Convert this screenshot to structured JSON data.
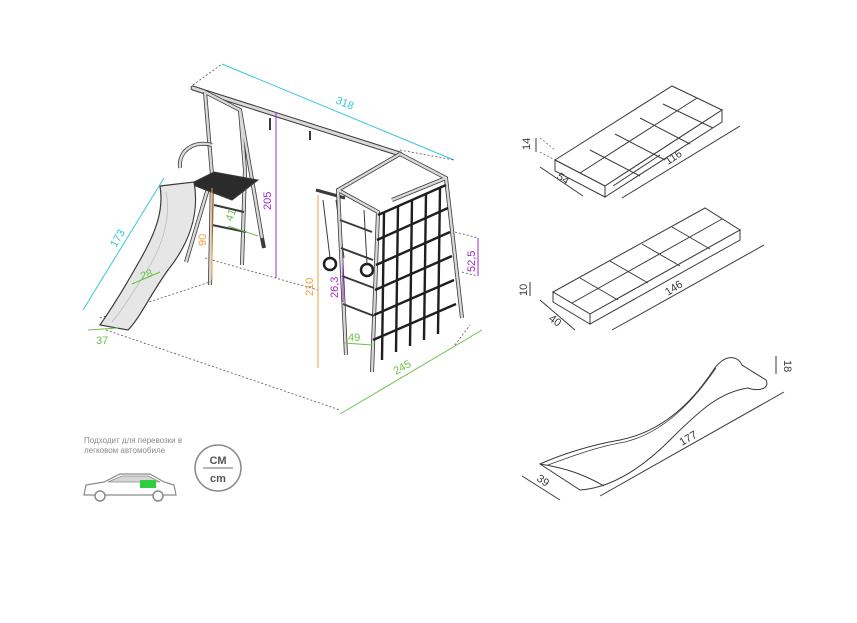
{
  "colors": {
    "cyan": "#35c8d8",
    "purple": "#9b2fc9",
    "orange": "#f0a040",
    "green": "#6cc24a",
    "outline": "#3a3a3a",
    "frame": "#bdbdbd",
    "net": "#1f1f1f",
    "slide": "#e6e6e6"
  },
  "dimensions": {
    "width_top": "318",
    "slide_length": "173",
    "slide_width": "28",
    "slide_foot": "37",
    "platform_height": "90",
    "ladder_depth": "41",
    "frame_height": "205",
    "net_height": "210",
    "ring_height": "26,3",
    "net_offset": "52,5",
    "net_width": "49",
    "base_length": "245"
  },
  "boxes": [
    {
      "height": "14",
      "depth": "54",
      "length": "116"
    },
    {
      "height": "10",
      "depth": "40",
      "length": "146"
    }
  ],
  "slide_part": {
    "height": "18",
    "width": "39",
    "length": "177"
  },
  "caption": "Подходит для перевозки в легковом автомобиле",
  "units": {
    "top": "CM",
    "bottom": "cm"
  },
  "icons": [
    "car-icon",
    "units-badge-icon"
  ]
}
